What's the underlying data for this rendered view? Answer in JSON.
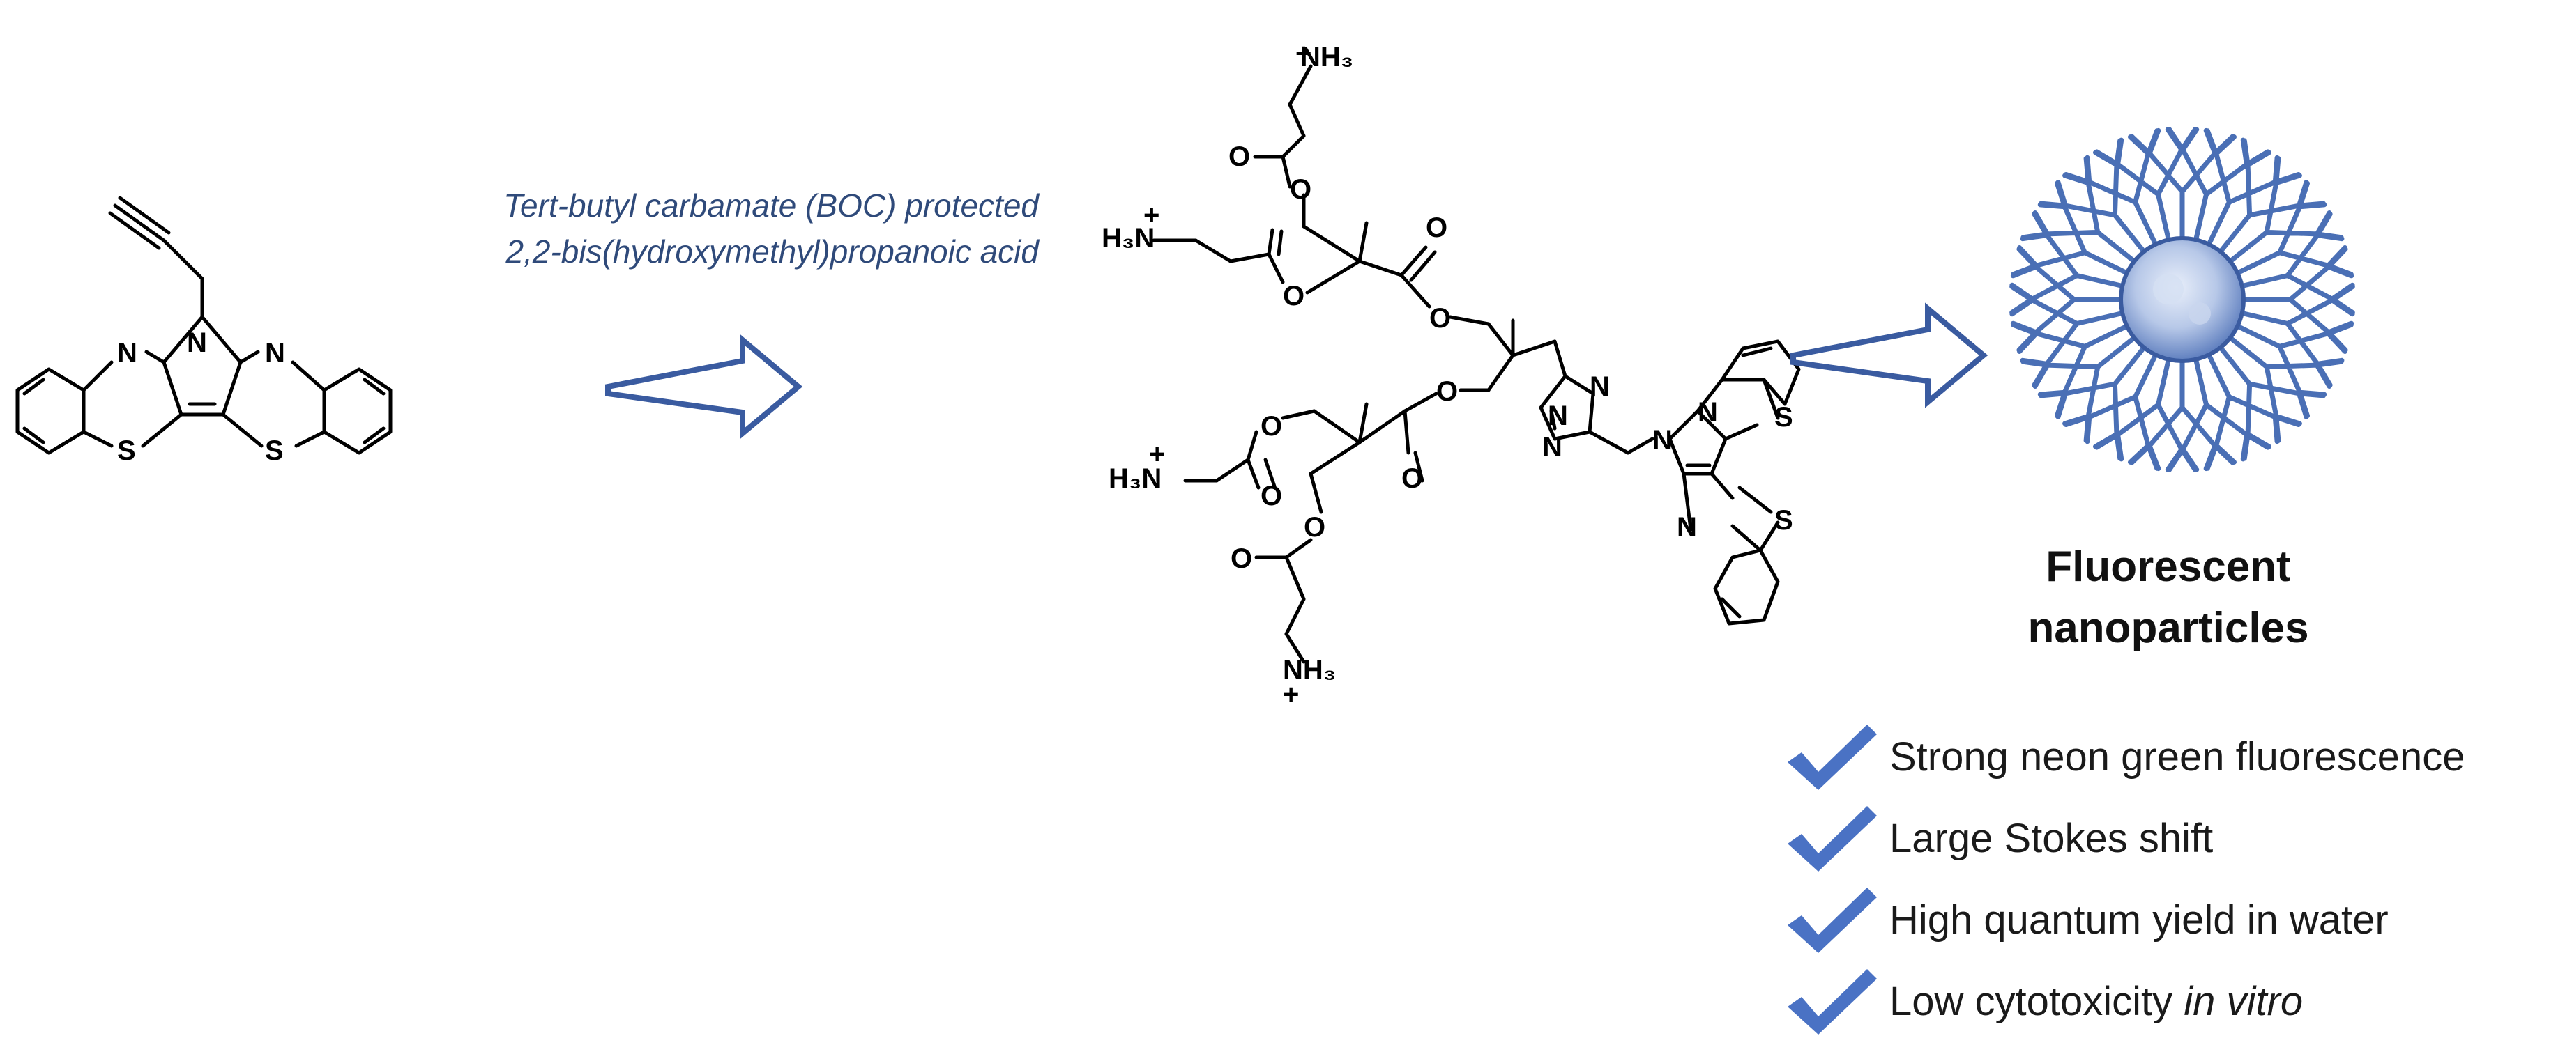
{
  "reagent": {
    "line1": "Tert-butyl carbamate (BOC) protected",
    "line2": "2,2-bis(hydroxymethyl)propanoic acid"
  },
  "nanoparticle": {
    "title_line1": "Fluorescent",
    "title_line2": "nanoparticles"
  },
  "benefits": [
    {
      "text": "Strong neon green fluorescence"
    },
    {
      "text": "Large Stokes shift"
    },
    {
      "text": "High quantum yield in water"
    },
    {
      "text": "Low cytotoxicity",
      "emphasis": "in vitro"
    }
  ],
  "atoms": {
    "N": "N",
    "S": "S",
    "O": "O",
    "ammonium": "H₃N",
    "ammonium_right": "NH₃",
    "plus": "+"
  },
  "colors": {
    "accent": "#3A5BA0",
    "check": "#4A72C4",
    "text_blue": "#2F4A7A",
    "nanoparticle": "#4A6FB5"
  }
}
